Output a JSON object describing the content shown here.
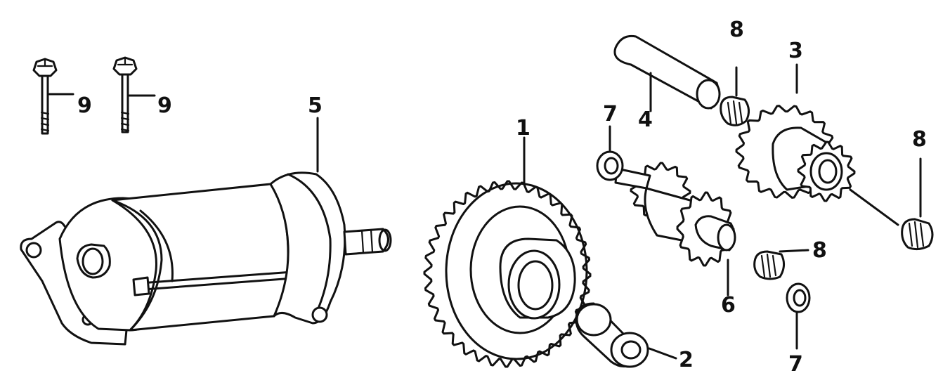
{
  "callouts": {
    "bolt_left": "9",
    "bolt_right": "9",
    "starter_motor": "5",
    "large_sprocket": "1",
    "bushing": "2",
    "shaft": "4",
    "bearing_top": "8",
    "idle_gear": "3",
    "washer_left": "7",
    "reduction_gear": "6",
    "bearing_middle": "8",
    "bearing_right": "8",
    "washer_bottom": "7"
  }
}
